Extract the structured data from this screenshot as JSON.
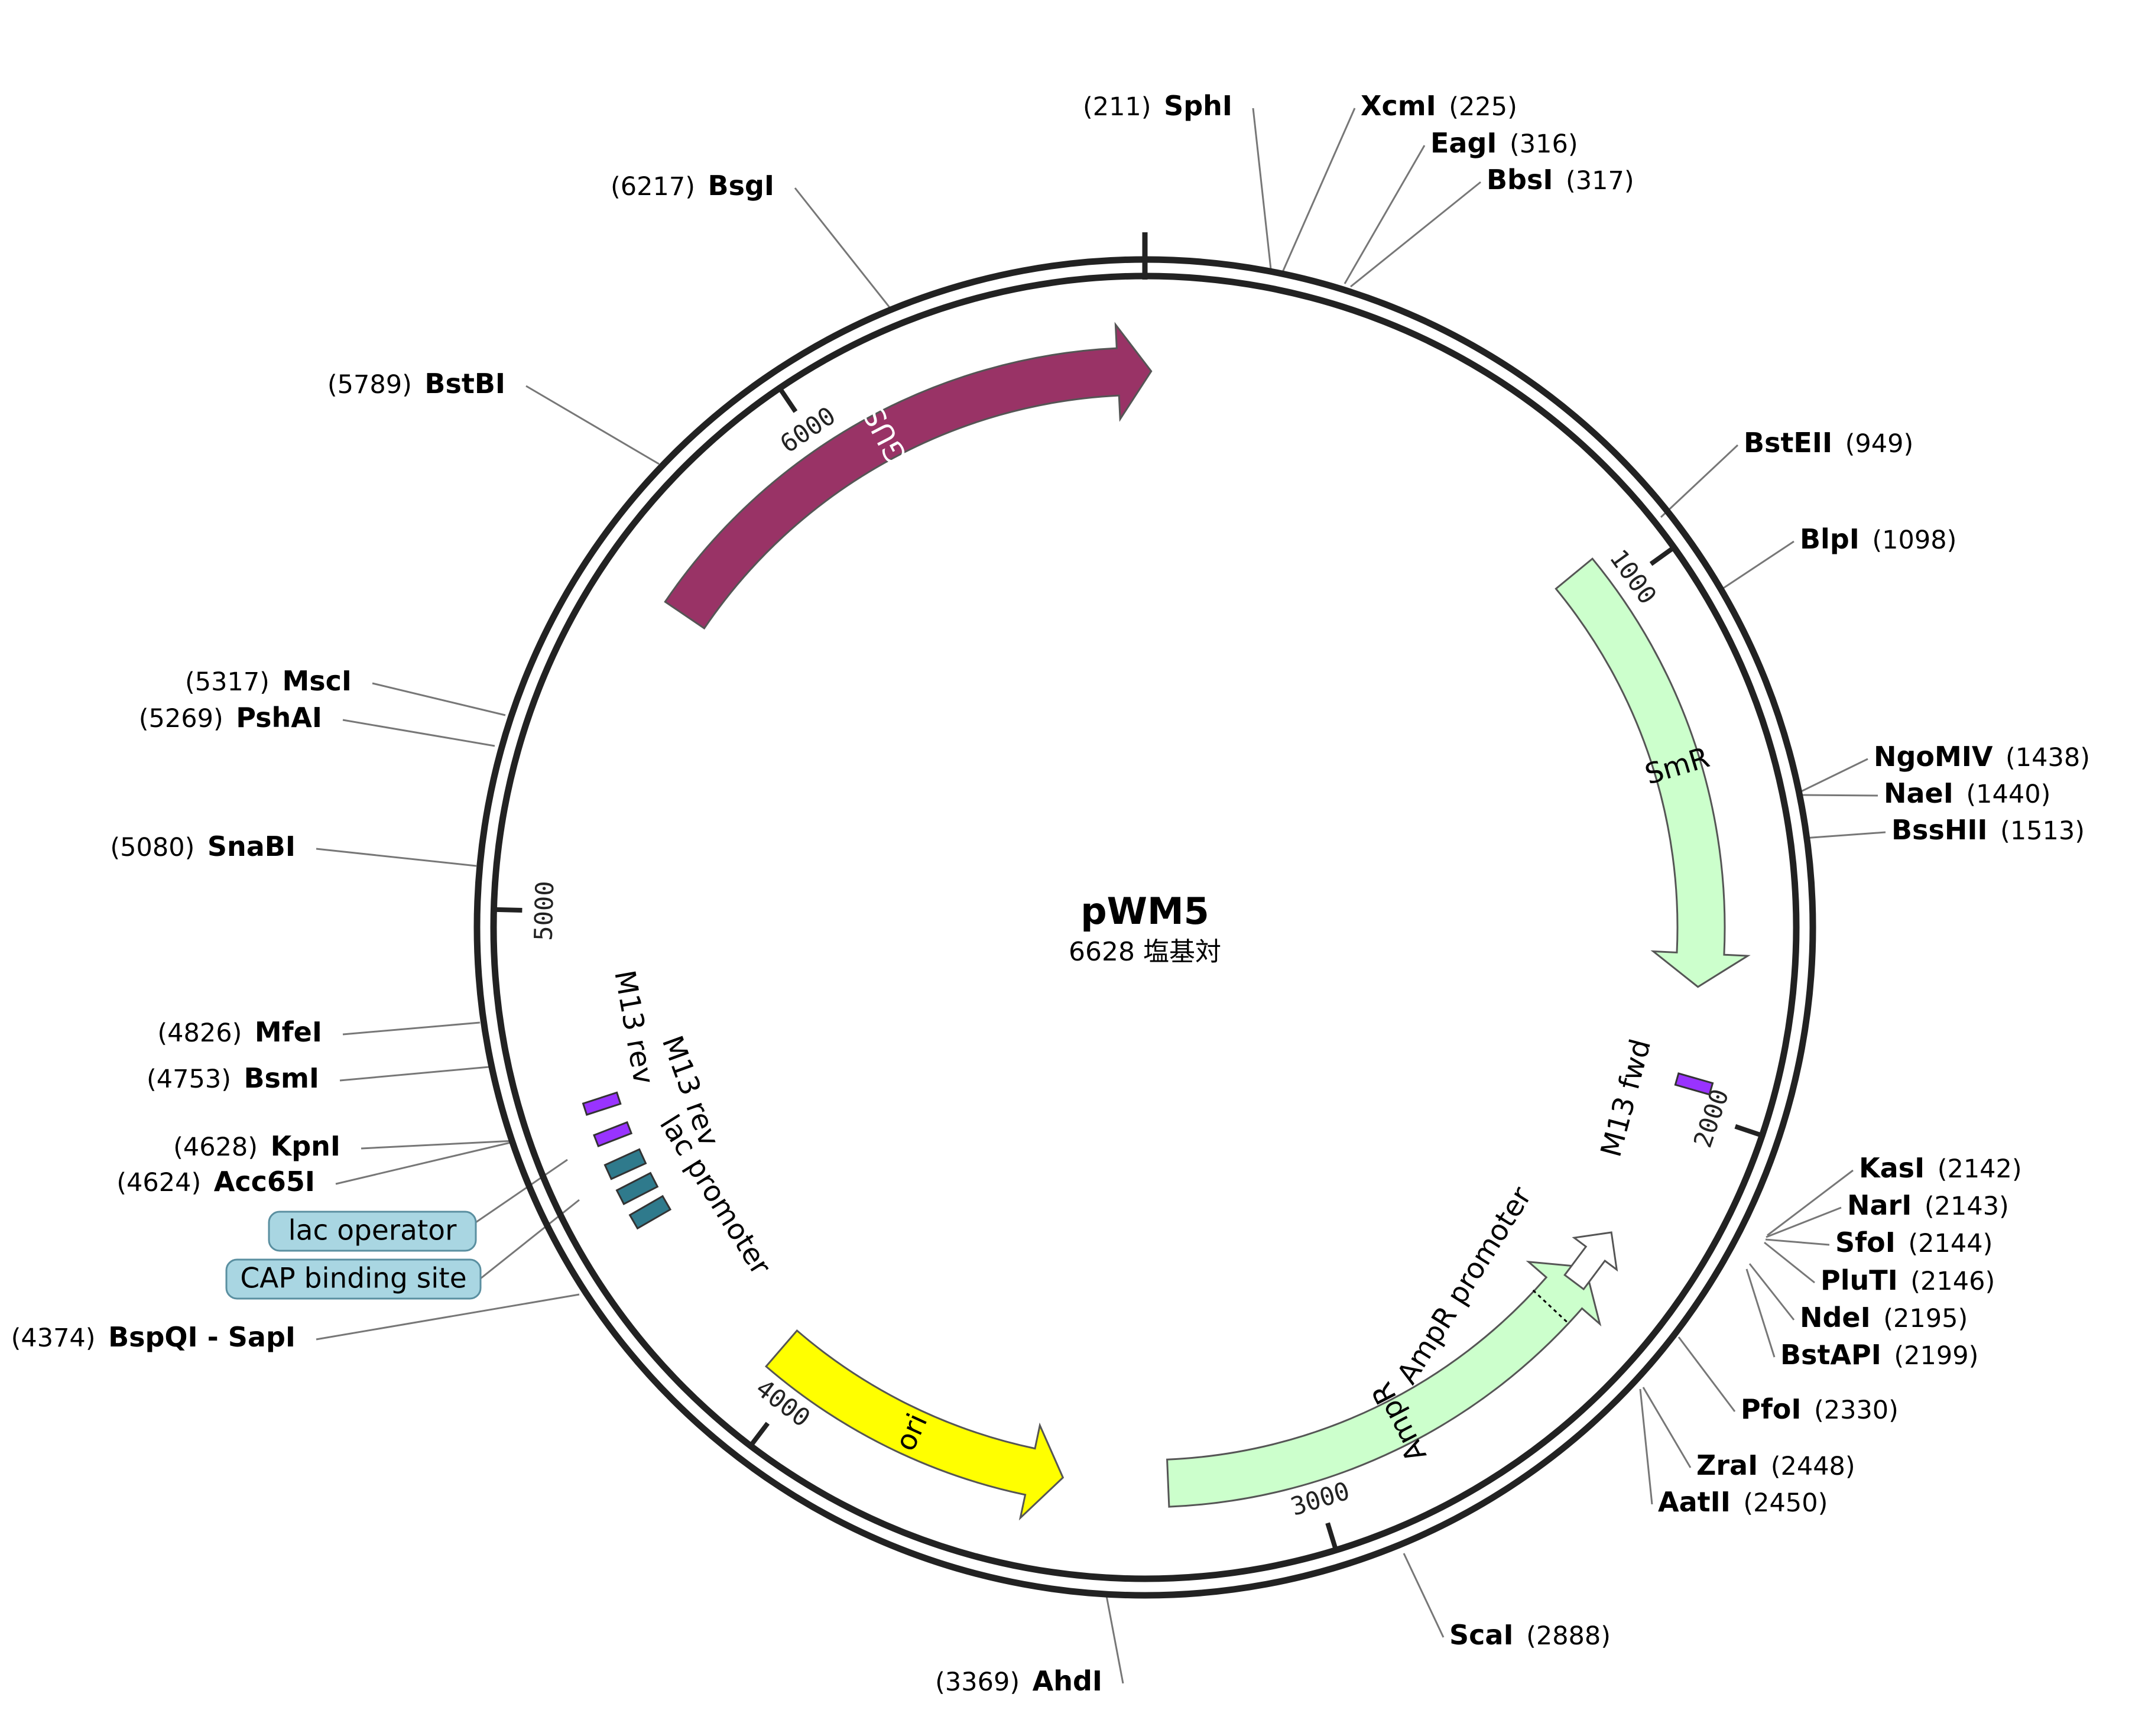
{
  "plasmid": {
    "name": "pWM5",
    "length": 6628,
    "size_label": "6628 塩基対"
  },
  "ticks": [
    1000,
    2000,
    3000,
    4000,
    5000,
    6000
  ],
  "features": [
    {
      "id": "gus",
      "label": "GUS",
      "start": 5600,
      "end": 6640,
      "strand": 1,
      "color": "#993366",
      "label_color": "#ffffff"
    },
    {
      "id": "smr",
      "label": "SmR",
      "start": 930,
      "end": 1770,
      "strand": 1,
      "color": "#ccffcc",
      "label_color": "#000000"
    },
    {
      "id": "ampr",
      "label": "AmpR",
      "start": 2350,
      "end": 3270,
      "strand": -1,
      "color": "#ccffcc",
      "label_color": "#000000"
    },
    {
      "id": "ori",
      "label": "ori",
      "start": 3470,
      "end": 4065,
      "strand": -1,
      "color": "#ffff00",
      "label_color": "#000000"
    }
  ],
  "small_features": [
    {
      "label": "M13 fwd",
      "pos": 1950
    },
    {
      "label": "M13 rev",
      "pos": 4640
    },
    {
      "label": "M13 rev",
      "pos": 4580
    }
  ],
  "text_labels": [
    {
      "label": "AmpR promoter"
    },
    {
      "label": "lac promoter"
    }
  ],
  "boxed_labels": [
    {
      "label": "lac operator"
    },
    {
      "label": "CAP binding site"
    }
  ],
  "sites": [
    {
      "name": "SphI",
      "pos": "(211)",
      "side": "left"
    },
    {
      "name": "XcmI",
      "pos": "(225)",
      "side": "right"
    },
    {
      "name": "EagI",
      "pos": "(316)",
      "side": "right"
    },
    {
      "name": "BbsI",
      "pos": "(317)",
      "side": "right"
    },
    {
      "name": "BstEII",
      "pos": "(949)",
      "side": "right"
    },
    {
      "name": "BlpI",
      "pos": "(1098)",
      "side": "right"
    },
    {
      "name": "NgoMIV",
      "pos": "(1438)",
      "side": "right"
    },
    {
      "name": "NaeI",
      "pos": "(1440)",
      "side": "right"
    },
    {
      "name": "BssHII",
      "pos": "(1513)",
      "side": "right"
    },
    {
      "name": "KasI",
      "pos": "(2142)",
      "side": "right"
    },
    {
      "name": "NarI",
      "pos": "(2143)",
      "side": "right"
    },
    {
      "name": "SfoI",
      "pos": "(2144)",
      "side": "right"
    },
    {
      "name": "PluTI",
      "pos": "(2146)",
      "side": "right"
    },
    {
      "name": "NdeI",
      "pos": "(2195)",
      "side": "right"
    },
    {
      "name": "BstAPI",
      "pos": "(2199)",
      "side": "right"
    },
    {
      "name": "PfoI",
      "pos": "(2330)",
      "side": "right"
    },
    {
      "name": "ZraI",
      "pos": "(2448)",
      "side": "right"
    },
    {
      "name": "AatII",
      "pos": "(2450)",
      "side": "right"
    },
    {
      "name": "ScaI",
      "pos": "(2888)",
      "side": "right"
    },
    {
      "name": "AhdI",
      "pos": "(3369)",
      "side": "left"
    },
    {
      "name": "BspQI - SapI",
      "pos": "(4374)",
      "side": "left"
    },
    {
      "name": "Acc65I",
      "pos": "(4624)",
      "side": "left"
    },
    {
      "name": "KpnI",
      "pos": "(4628)",
      "side": "left"
    },
    {
      "name": "BsmI",
      "pos": "(4753)",
      "side": "left"
    },
    {
      "name": "MfeI",
      "pos": "(4826)",
      "side": "left"
    },
    {
      "name": "SnaBI",
      "pos": "(5080)",
      "side": "left"
    },
    {
      "name": "PshAI",
      "pos": "(5269)",
      "side": "left"
    },
    {
      "name": "MscI",
      "pos": "(5317)",
      "side": "left"
    },
    {
      "name": "BstBI",
      "pos": "(5789)",
      "side": "left"
    },
    {
      "name": "BsgI",
      "pos": "(6217)",
      "side": "left"
    }
  ]
}
